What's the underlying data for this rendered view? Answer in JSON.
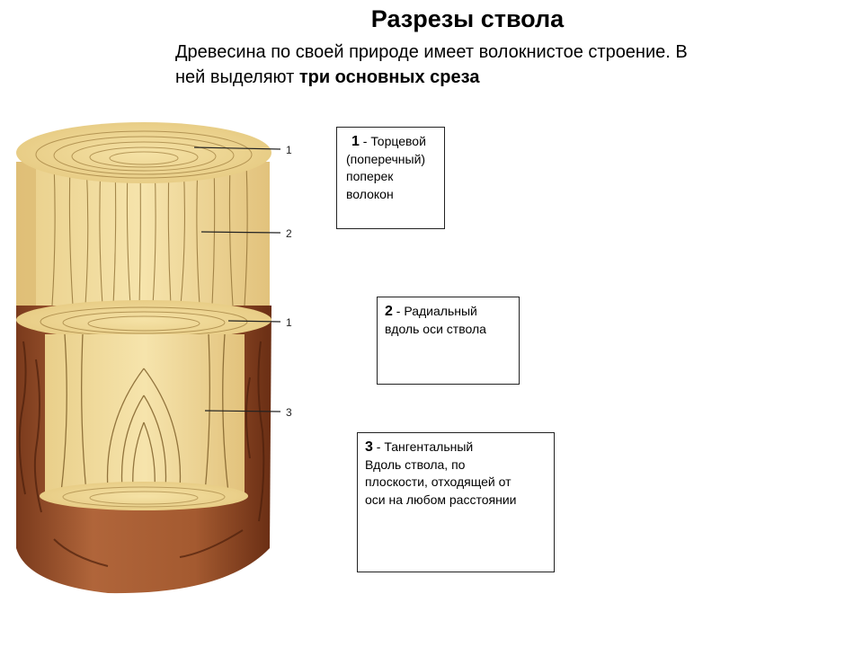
{
  "title": "Разрезы ствола",
  "intro": {
    "text": "Древесина по своей природе имеет волокнистое строение. В ней выделяют ",
    "bold": "три основных среза"
  },
  "diagram": {
    "callouts": [
      "1",
      "2",
      "1",
      "3"
    ]
  },
  "boxes": [
    {
      "num": "1",
      "name": " - Торцевой",
      "lines": [
        "(поперечный)",
        "поперек",
        "волокон"
      ]
    },
    {
      "num": "2",
      "name": " - Радиальный",
      "lines": [
        "вдоль оси ствола"
      ]
    },
    {
      "num": "3",
      "name": " - Тангентальный",
      "lines": [
        "Вдоль ствола, по",
        "плоскости, отходящей от",
        "оси на любом расстоянии"
      ]
    }
  ],
  "colors": {
    "wood_light": "#f3dea0",
    "wood_mid": "#e6c37a",
    "grain": "#8a6a2e",
    "bark": "#9a4f2a",
    "bark_dark": "#5e2a12"
  }
}
